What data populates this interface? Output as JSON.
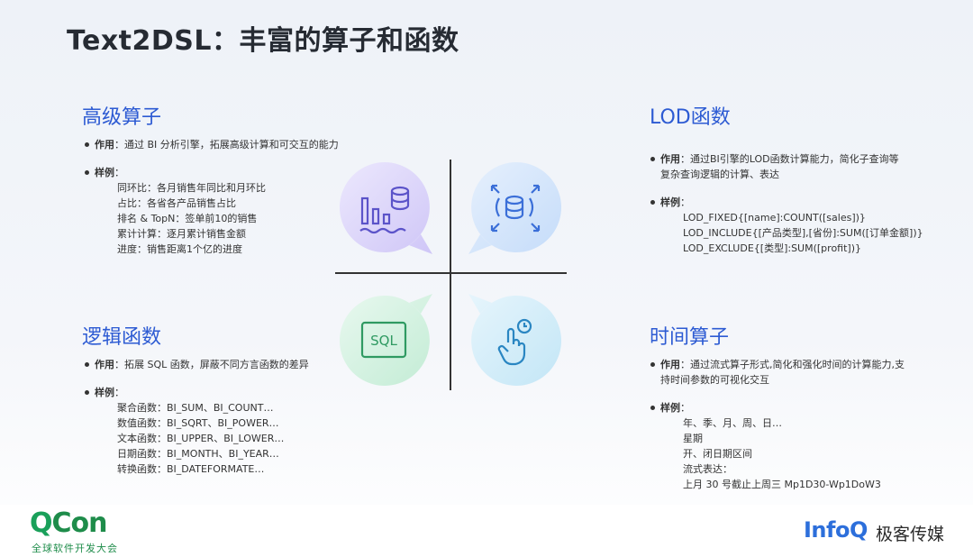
{
  "title": "Text2DSL：丰富的算子和函数",
  "sections": {
    "advanced": {
      "heading": "高级算子",
      "purpose_label": "作用",
      "purpose_text": "：通过 BI 分析引擎，拓展高级计算和可交互的能力",
      "examples_label": "样例",
      "examples_colon": "：",
      "examples": [
        "同环比：各月销售年同比和月环比",
        "占比：各省各产品销售占比",
        "排名 & TopN：签单前10的销售",
        "累计计算：逐月累计销售金额",
        "进度：销售距离1个亿的进度"
      ]
    },
    "lod": {
      "heading": "LOD函数",
      "purpose_label": "作用",
      "purpose_text_1": "：通过BI引擎的LOD函数计算能力，简化子查询等",
      "purpose_text_2": "复杂查询逻辑的计算、表达",
      "examples_label": "样例",
      "examples_colon": "：",
      "examples": [
        "LOD_FIXED{[name]:COUNT([sales])}",
        "LOD_INCLUDE{[产品类型],[省份]:SUM([订单金额])}",
        "LOD_EXCLUDE{[类型]:SUM([profit])}"
      ]
    },
    "logic": {
      "heading": "逻辑函数",
      "purpose_label": "作用",
      "purpose_text": "：拓展 SQL 函数，屏蔽不同方言函数的差异",
      "examples_label": "样例",
      "examples_colon": "：",
      "examples": [
        "聚合函数：BI_SUM、BI_COUNT…",
        "数值函数：BI_SQRT、BI_POWER…",
        "文本函数：BI_UPPER、BI_LOWER…",
        "日期函数：BI_MONTH、BI_YEAR…",
        "转换函数：BI_DATEFORMATE…"
      ]
    },
    "time": {
      "heading": "时间算子",
      "purpose_label": "作用",
      "purpose_text_1": "：通过流式算子形式,简化和强化时间的计算能力,支",
      "purpose_text_2": "持时间参数的可视化交互",
      "examples_label": "样例",
      "examples_colon": "：",
      "examples": [
        "年、季、月、周、日…",
        "星期",
        "开、闭日期区间",
        "流式表达：",
        "上月 30 号截止上周三  Mp1D30-Wp1DoW3"
      ]
    }
  },
  "bubbles": {
    "sql_label": "SQL",
    "icons": [
      "chart-database-icon",
      "database-expand-icon",
      "sql-icon",
      "touch-clock-icon"
    ]
  },
  "colors": {
    "heading": "#2d5bd3",
    "bubble_purple": "#d9d2f8",
    "bubble_blue": "#cfe3fb",
    "bubble_green": "#d2f1e0",
    "bubble_cyan": "#cfecf8",
    "brand_green": "#1e8c4a",
    "brand_blue": "#2d6fdb"
  },
  "footer": {
    "qcon_q": "Q",
    "qcon_rest": "Con",
    "qcon_sub": "全球软件开发大会",
    "infoq": "InfoQ",
    "geek": "极客传媒"
  }
}
